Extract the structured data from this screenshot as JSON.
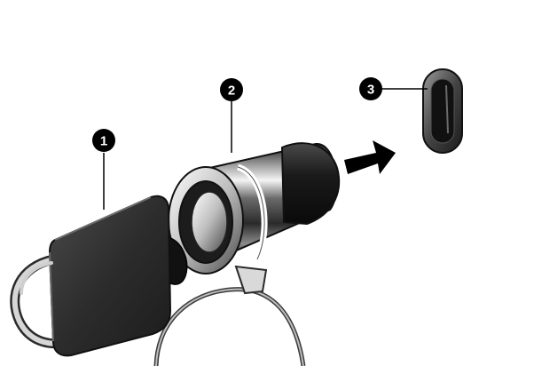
{
  "callouts": [
    {
      "number": "1"
    },
    {
      "number": "2"
    },
    {
      "number": "3"
    }
  ],
  "colors": {
    "background": "#ffffff",
    "callout_fill": "#000000",
    "callout_text": "#ffffff",
    "key_body": "#2e2e2e",
    "metal_light": "#e8e8e8",
    "metal_dark": "#1a1a1a",
    "arrow": "#000000"
  }
}
